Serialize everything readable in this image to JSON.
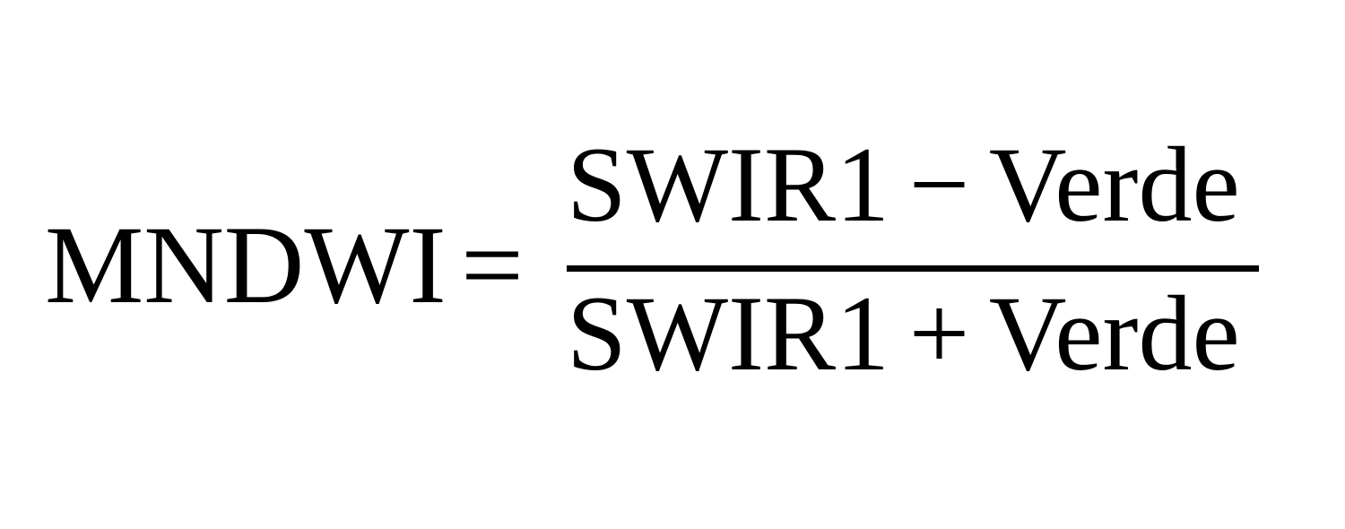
{
  "formula": {
    "lhs": "MNDWI",
    "equals": "=",
    "numerator": {
      "left": "SWIR1",
      "operator": "−",
      "right": "Verde"
    },
    "denominator": {
      "left": "SWIR1",
      "operator": "+",
      "right": "Verde"
    }
  }
}
